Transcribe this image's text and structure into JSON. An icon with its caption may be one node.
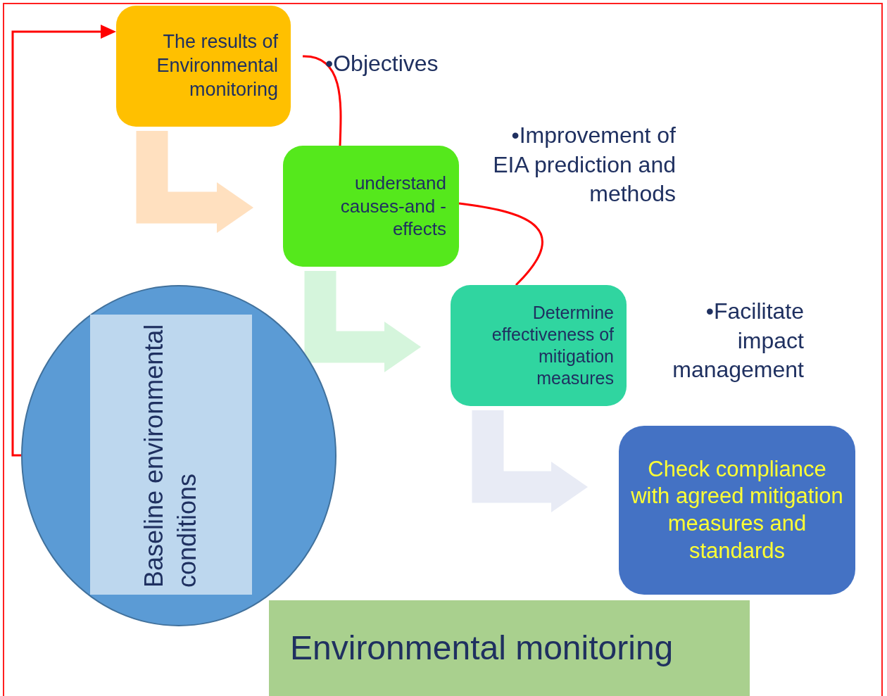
{
  "diagram": {
    "nodes": [
      {
        "text": [
          "The results of Environmental monitoring"
        ]
      },
      {
        "text": [
          "understand causes-and -effects"
        ]
      },
      {
        "text": [
          "Determine effectiveness of mitigation measures"
        ]
      },
      {
        "text": [
          "Check compliance with agreed mitigation measures and standards"
        ]
      },
      {
        "text": [],
        "shape": "circle"
      },
      {
        "text": [
          "Baseline environmental conditions"
        ],
        "in": 4
      },
      {
        "text": [
          "Environmental monitoring"
        ]
      }
    ],
    "edges": [
      {
        "from": 0,
        "to": 1,
        "arrow": "to",
        "style": "thick",
        "color": "#ffe0bf"
      },
      {
        "from": 1,
        "to": 2,
        "arrow": "to",
        "style": "thick",
        "color": "#d5f5dc"
      },
      {
        "from": 2,
        "to": 3,
        "arrow": "to",
        "style": "thick",
        "color": "#e8ebf5"
      },
      {
        "from": 0,
        "to": 1,
        "arrow": "none",
        "color": "#ff0000"
      },
      {
        "from": 1,
        "to": 2,
        "arrow": "none",
        "color": "#ff0000"
      },
      {
        "from": 4,
        "to": 0,
        "arrow": "to",
        "color": "#ff0000"
      }
    ],
    "labels": [
      "•Objectives",
      "•Improvement of EIA prediction and methods",
      "•Facilitate impact management"
    ]
  }
}
